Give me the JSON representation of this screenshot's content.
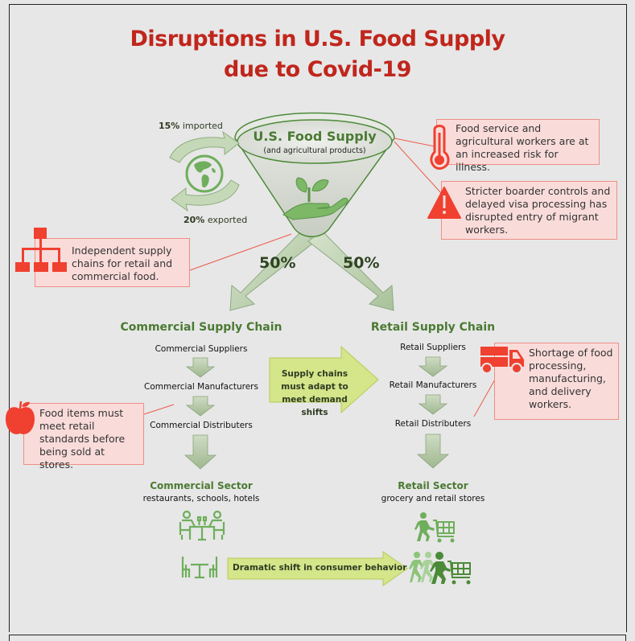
{
  "title": {
    "line1": "Disruptions in U.S. Food Supply",
    "line2": "due to Covid-19"
  },
  "funnel": {
    "heading": "U.S. Food Supply",
    "subheading": "(and agricultural products)",
    "imported_pct": "15%",
    "imported_label": "imported",
    "exported_pct": "20%",
    "exported_label": "exported",
    "split_left": "50%",
    "split_right": "50%"
  },
  "notes": {
    "illness": "Food service and agricultural workers are at an increased risk for illness.",
    "border": "Stricter boarder controls and delayed visa processing has disrupted entry of migrant workers.",
    "independent": "Independent supply chains for retail and commercial food.",
    "standards": "Food items must meet retail standards before being sold at stores.",
    "shortage": "Shortage of food processing, manufacturing, and delivery workers."
  },
  "commercial": {
    "heading": "Commercial Supply Chain",
    "steps": [
      "Commercial Suppliers",
      "Commercial Manufacturers",
      "Commercial Distributers"
    ],
    "sector_title": "Commercial Sector",
    "sector_desc": "restaurants, schools, hotels"
  },
  "retail": {
    "heading": "Retail Supply Chain",
    "steps": [
      "Retail Suppliers",
      "Retail Manufacturers",
      "Retail Distributers"
    ],
    "sector_title": "Retail Sector",
    "sector_desc": "grocery and retail stores"
  },
  "callouts": {
    "adapt": "Supply chains must adapt to meet demand shifts",
    "shift": "Dramatic shift in consumer behavior"
  },
  "colors": {
    "title": "#c0261c",
    "green_text": "#4b7a33",
    "icon_red": "#f04030",
    "icon_green": "#6fae5c",
    "note_fill": "#f9dcda",
    "note_border": "#ee8f85",
    "arrow_fill": "#b5cba6",
    "callout_fill": "#d4e58a"
  },
  "icons": {
    "globe": "globe-icon",
    "plant_hand": "plant-in-hand-icon",
    "thermometer": "thermometer-icon",
    "warning": "warning-triangle-icon",
    "org_chart": "org-chart-icon",
    "apple": "apple-icon",
    "truck": "truck-icon",
    "dining": "dining-people-icon",
    "empty_table": "empty-table-icon",
    "shopper": "shopper-cart-icon",
    "shoppers": "crowd-shoppers-icon"
  }
}
